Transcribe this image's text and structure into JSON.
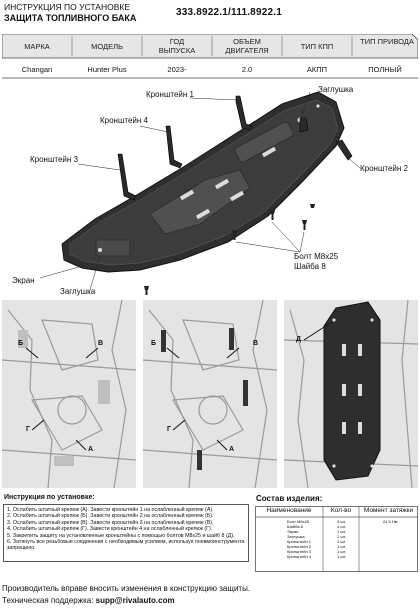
{
  "header": {
    "line1": "ИНСТРУКЦИЯ ПО УСТАНОВКЕ",
    "line2": "ЗАЩИТА ТОПЛИВНОГО БАКА",
    "code": "333.8922.1/111.8922.1"
  },
  "spec_table": {
    "columns": [
      "МАРКА",
      "МОДЕЛЬ",
      "ГОД ВЫПУСКА",
      "ОБЪЕМ ДВИГАТЕЛЯ",
      "ТИП КПП",
      "ТИП ПРИВОДА"
    ],
    "row": [
      "Changan",
      "Hunter Plus",
      "2023-",
      "2.0",
      "АКПП",
      "ПОЛНЫЙ"
    ]
  },
  "diagram_labels": {
    "bracket1": "Кронштейн 1",
    "bracket4": "Кронштейн 4",
    "bracket3": "Кронштейн 3",
    "bracket2": "Кронштейн 2",
    "plug_top": "Заглушка",
    "plug_bottom": "Заглушка",
    "screen": "Экран",
    "bolt": "Болт М8х25",
    "washer": "Шайба 8"
  },
  "instructions": {
    "title": "Инструкция по установке:",
    "steps": [
      "1. Ослабить штатный крепеж (А). Завести кронштейн 1 на ослабленный крепеж (А).",
      "2. Ослабить штатный крепеж (Б). Завести кронштейн 2 на ослабленный крепеж (Б).",
      "3. Ослабить штатный крепеж (В). Завести кронштейн 3 на ослабленный крепеж (В).",
      "4. Ослабить штатный крепеж (Г). Завести кронштейн 4 на ослабленный крепеж (Г).",
      "5. Закрепить защиту на установленные кронштейны с помощью болтов М8х25 и шайб 8 (Д).",
      "6. Затянуть все резьбовые соединения с необходимым усилием, используя пневмоинструмента запрещено."
    ]
  },
  "kit": {
    "title": "Состав изделия:",
    "headers": [
      "Наименование",
      "Кол-во",
      "Момент затяжки"
    ],
    "rows": [
      {
        "name": "Болт М8х25",
        "qty": "4 шт.",
        "torque": "24.5 Нм"
      },
      {
        "name": "Шайба 8",
        "qty": "4 шт.",
        "torque": ""
      },
      {
        "name": "Экран",
        "qty": "1 шт.",
        "torque": ""
      },
      {
        "name": "Заглушка",
        "qty": "2 шт.",
        "torque": ""
      },
      {
        "name": "Кронштейн 1",
        "qty": "1 шт.",
        "torque": ""
      },
      {
        "name": "Кронштейн 2",
        "qty": "1 шт.",
        "torque": ""
      },
      {
        "name": "Кронштейн 3",
        "qty": "1 шт.",
        "torque": ""
      },
      {
        "name": "Кронштейн 4",
        "qty": "1 шт.",
        "torque": ""
      }
    ]
  },
  "footer": {
    "notice": "Производитель вправе вносить изменения в конструкцию защиты.",
    "support_label": "Техническая поддержка:",
    "support_email": "supp@rivalauto.com"
  },
  "photo_labels": {
    "p1": [
      "Б",
      "В",
      "Г",
      "А"
    ],
    "p2": [
      "Б",
      "В",
      "Г",
      "А"
    ],
    "p3": [
      "Д"
    ]
  }
}
